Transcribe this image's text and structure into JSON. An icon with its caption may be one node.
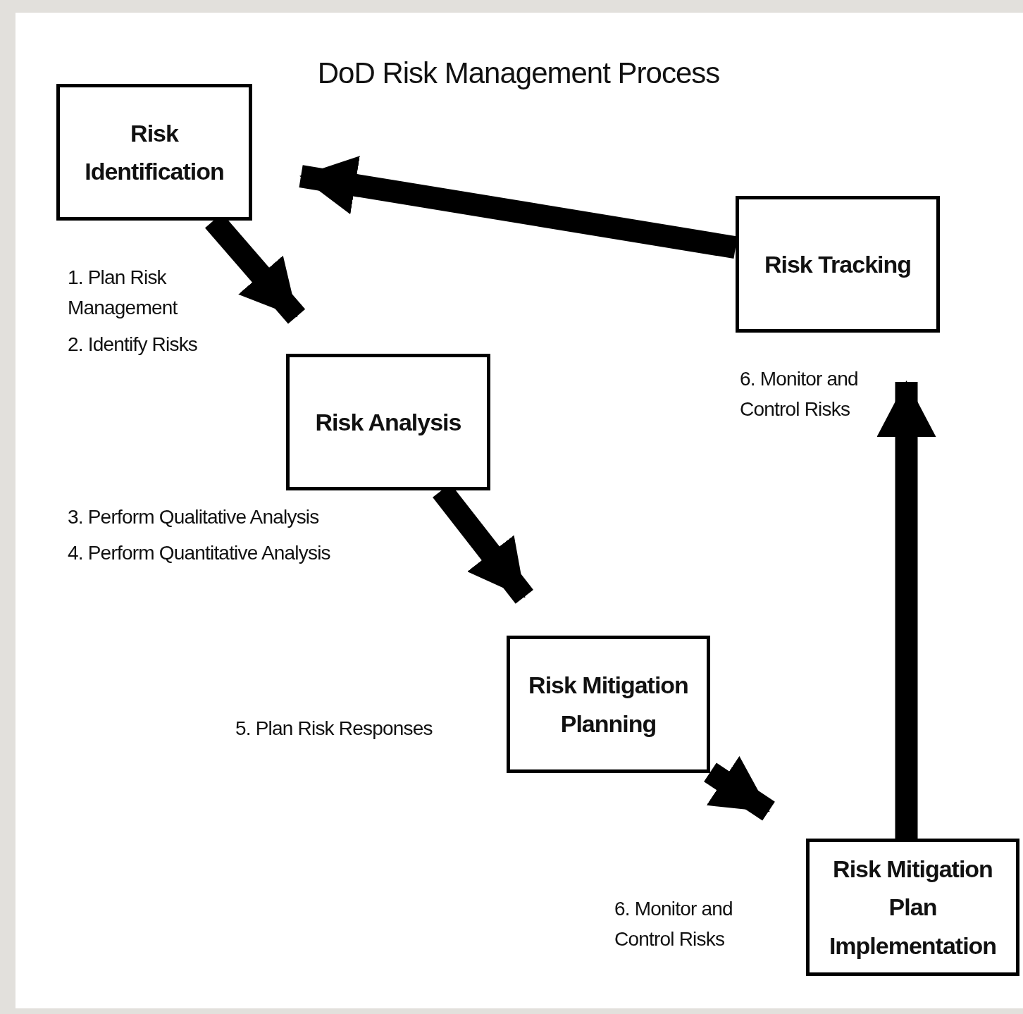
{
  "diagram": {
    "title": "DoD Risk Management Process",
    "nodes": [
      {
        "text": [
          "Risk Identification"
        ],
        "beside": [
          "1. Plan Risk Management",
          "2. Identify Risks"
        ]
      },
      {
        "text": [
          "Risk Analysis"
        ],
        "beside": [
          "3. Perform Qualitative Analysis",
          "4. Perform Quantitative Analysis"
        ]
      },
      {
        "text": [
          "Risk Mitigation Planning"
        ],
        "beside": [
          "5. Plan Risk Responses"
        ]
      },
      {
        "text": [
          "Risk Mitigation Plan Implementation"
        ],
        "beside": [
          "6. Monitor and Control Risks"
        ]
      },
      {
        "text": [
          "Risk Tracking"
        ],
        "beside": [
          "6. Monitor and Control Risks"
        ]
      }
    ],
    "edges": [
      {
        "from": 0,
        "to": 1,
        "arrow": "to"
      },
      {
        "from": 1,
        "to": 2,
        "arrow": "to"
      },
      {
        "from": 2,
        "to": 3,
        "arrow": "to"
      },
      {
        "from": 3,
        "to": 4,
        "arrow": "to"
      },
      {
        "from": 4,
        "to": 0,
        "arrow": "to"
      }
    ]
  }
}
